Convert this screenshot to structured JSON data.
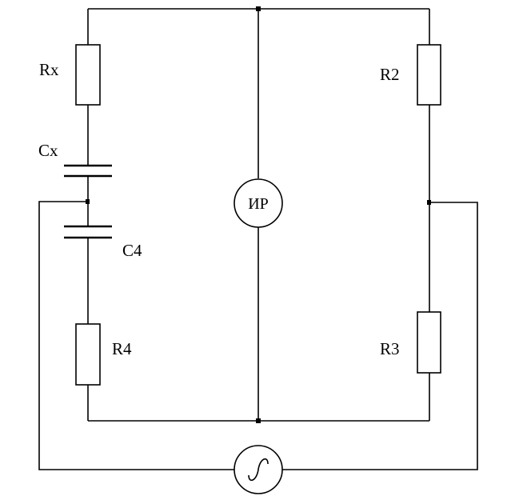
{
  "labels": {
    "rx": "Rx",
    "cx": "Cx",
    "c4": "C4",
    "r4": "R4",
    "r2": "R2",
    "r3": "R3",
    "meter": "ИР"
  },
  "icons": {
    "source": "ac-source-icon",
    "meter": "null-indicator-icon"
  }
}
